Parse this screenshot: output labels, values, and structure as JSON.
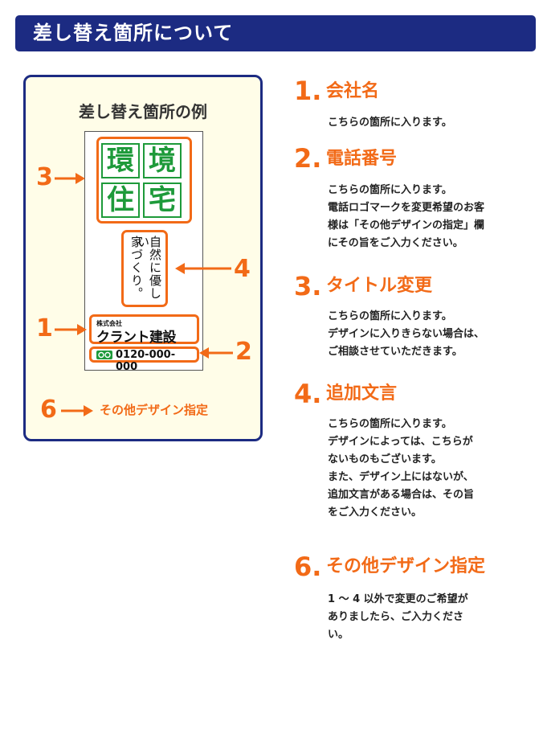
{
  "header": {
    "title": "差し替え箇所について"
  },
  "example": {
    "title": "差し替え箇所の例",
    "tiles": [
      "環",
      "境",
      "住",
      "宅"
    ],
    "vertical_text": [
      "自然に優しい",
      "家づくり。"
    ],
    "company_small": "株式会社",
    "company_name": "クラント建設",
    "phone": "0120-000-000",
    "callouts": [
      "3",
      "4",
      "1",
      "2",
      "6"
    ],
    "other_label": "その他デザイン指定"
  },
  "sections": [
    {
      "num": "1.",
      "title": "会社名",
      "lines": [
        "こちらの箇所に入ります。"
      ]
    },
    {
      "num": "2.",
      "title": "電話番号",
      "lines": [
        "こちらの箇所に入ります。",
        "電話ロゴマークを変更希望のお客",
        "様は「その他デザインの指定」欄",
        "にその旨をご入力ください。"
      ]
    },
    {
      "num": "3.",
      "title": "タイトル変更",
      "lines": [
        "こちらの箇所に入ります。",
        "デザインに入りきらない場合は、",
        "ご相談させていただきます。"
      ]
    },
    {
      "num": "4.",
      "title": "追加文言",
      "lines": [
        "こちらの箇所に入ります。",
        "デザインによっては、こちらが",
        "ないものもございます。",
        "また、デザイン上にはないが、",
        "追加文言がある場合は、その旨",
        "をご入力ください。"
      ]
    },
    {
      "num": "6.",
      "title": "その他デザイン指定",
      "lines": [
        "1 ～ 4 以外で変更のご希望が",
        "ありましたら、ご入力くださ",
        "い。"
      ]
    }
  ],
  "colors": {
    "navy": "#1c2b82",
    "orange": "#f26a17",
    "green": "#1e9a3a",
    "panel_bg": "#fffde8"
  }
}
